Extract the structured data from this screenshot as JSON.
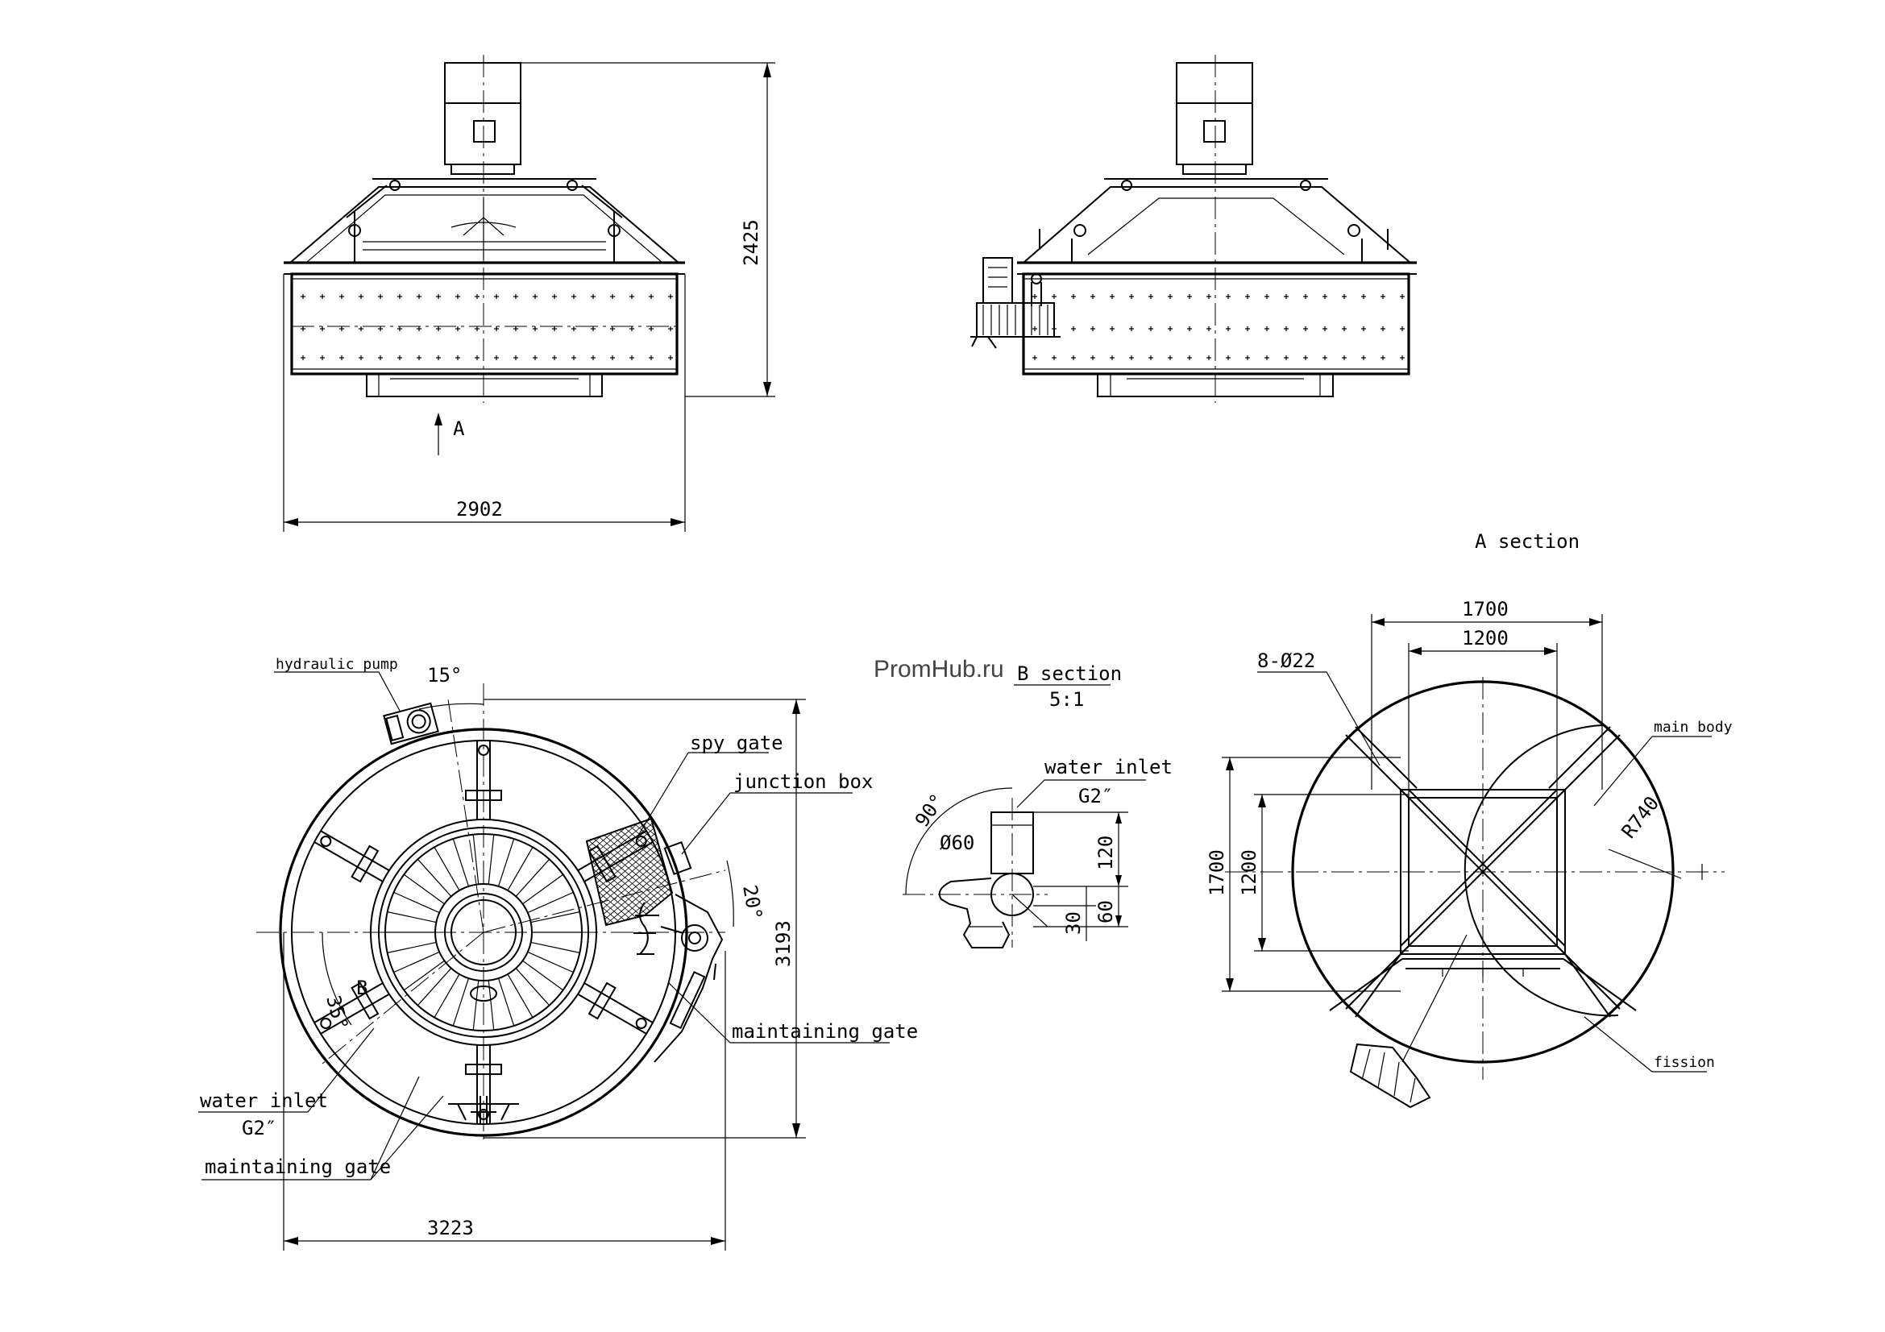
{
  "watermark": "PromHub.ru",
  "dimensions": {
    "height_side": "2425",
    "width_side": "2902",
    "dia_top": "3193",
    "width_top": "3223",
    "a_outer": "1700",
    "a_inner": "1200",
    "a_outer_v": "1700",
    "a_inner_v": "1200",
    "holes": "8-Ø22",
    "radius": "R740",
    "angle_15": "15°",
    "angle_20": "20°",
    "angle_35": "35°",
    "angle_90": "90°",
    "dia_60": "Ø60",
    "dim_120": "120",
    "dim_60": "60",
    "dim_30": "30"
  },
  "labels": {
    "view_arrow": "A",
    "b_mark": "B",
    "a_section": "A section",
    "b_section": "B section",
    "b_scale": "5:1",
    "hydraulic_pump": "hydraulic pump",
    "spy_gate": "spy gate",
    "junction_box": "junction box",
    "maintaining_gate": "maintaining gate",
    "water_inlet": "water inlet",
    "g2": "G2″",
    "water_inlet_b": "water inlet",
    "g2_b": "G2″",
    "maintaining_gate_2": "maintaining gate",
    "main_body": "main body",
    "fission": "fission"
  }
}
